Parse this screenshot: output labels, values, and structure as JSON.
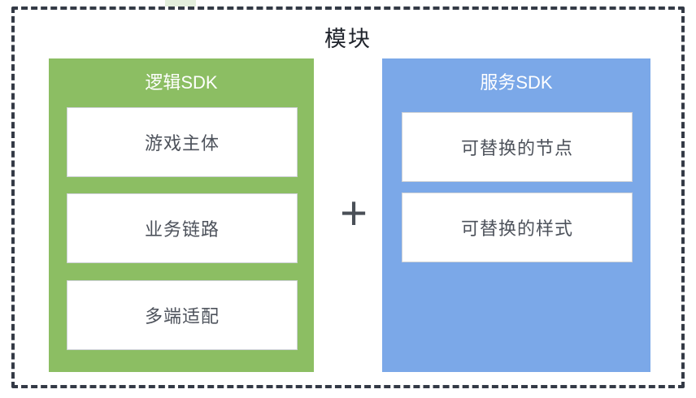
{
  "diagram": {
    "title": "模块",
    "plus": "+",
    "left_panel": {
      "header": "逻辑SDK",
      "items": [
        "游戏主体",
        "业务链路",
        "多端适配"
      ]
    },
    "right_panel": {
      "header": "服务SDK",
      "items": [
        "可替换的节点",
        "可替换的样式"
      ]
    },
    "colors": {
      "left_panel_bg": "#8cbe63",
      "right_panel_bg": "#7ba8e8",
      "frame_border": "#343a46",
      "node_border": "#cdd1d6",
      "node_text": "#4d525b",
      "header_text": "#ffffff"
    }
  }
}
